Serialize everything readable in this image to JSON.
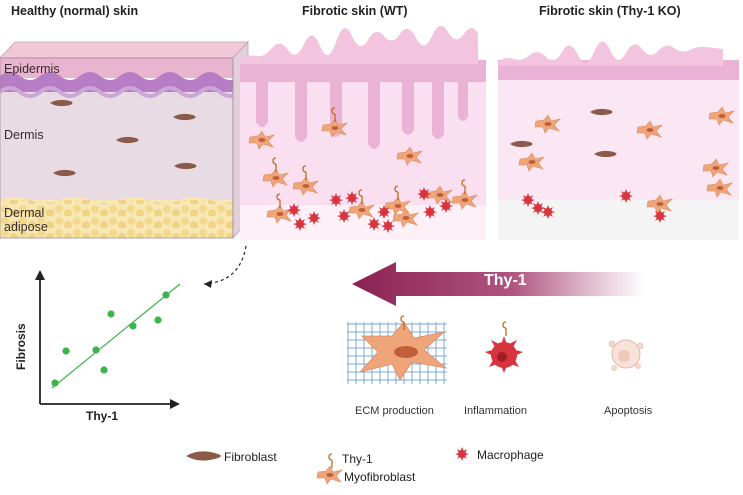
{
  "titles": {
    "healthy": "Healthy (normal) skin",
    "fibrotic_wt": "Fibrotic skin (WT)",
    "fibrotic_ko": "Fibrotic skin (Thy-1 KO)"
  },
  "layers": {
    "epidermis": "Epidermis",
    "dermis": "Dermis",
    "dermal_adipose_1": "Dermal",
    "dermal_adipose_2": "adipose"
  },
  "gradient_arrow": {
    "label": "Thy-1",
    "color": "#8b2152"
  },
  "processes": {
    "ecm": "ECM production",
    "inflammation": "Inflammation",
    "apoptosis": "Apoptosis"
  },
  "plot": {
    "ylabel": "Fibrosis",
    "xlabel": "Thy-1",
    "point_color": "#3cb44b"
  },
  "legend": {
    "thy1": "Thy-1",
    "fibroblast": "Fibroblast",
    "myofibroblast": "Myofibroblast",
    "macrophage": "Macrophage"
  },
  "colors": {
    "epidermis": "#e9b4cf",
    "dermis_healthy": "#e9dbe3",
    "dermis_fibrotic": "#f9dff0",
    "adipose": "#f6e2a6",
    "fibroblast": "#8a5a4a",
    "myofibroblast": "#f0a47a",
    "macrophage": "#d8343f"
  }
}
